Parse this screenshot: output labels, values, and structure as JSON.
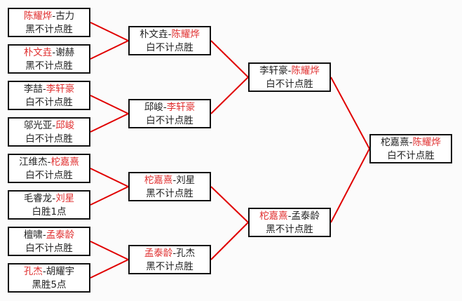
{
  "colors": {
    "winner": "#e03030",
    "line": "#e00000"
  },
  "matches": [
    {
      "p1": "陈耀烨",
      "p2": "古力",
      "winner": 1,
      "result": "黑不计点胜"
    },
    {
      "p1": "朴文垚",
      "p2": "谢赫",
      "winner": 1,
      "result": "黑不计点胜"
    },
    {
      "p1": "李喆",
      "p2": "李轩豪",
      "winner": 2,
      "result": "白不计点胜"
    },
    {
      "p1": "邬光亚",
      "p2": "邱峻",
      "winner": 2,
      "result": "白不计点胜"
    },
    {
      "p1": "江维杰",
      "p2": "柁嘉熹",
      "winner": 2,
      "result": "白不计点胜"
    },
    {
      "p1": "毛睿龙",
      "p2": "刘星",
      "winner": 2,
      "result": "白胜1点"
    },
    {
      "p1": "檀啸",
      "p2": "孟泰龄",
      "winner": 2,
      "result": "白不计点胜"
    },
    {
      "p1": "孔杰",
      "p2": "胡耀宇",
      "winner": 1,
      "result": "黑胜5点"
    },
    {
      "p1": "朴文垚",
      "p2": "陈耀烨",
      "winner": 2,
      "result": "白不计点胜"
    },
    {
      "p1": "邱峻",
      "p2": "李轩豪",
      "winner": 2,
      "result": "白不计点胜"
    },
    {
      "p1": "柁嘉熹",
      "p2": "刘星",
      "winner": 1,
      "result": "黑不计点胜"
    },
    {
      "p1": "孟泰龄",
      "p2": "孔杰",
      "winner": 1,
      "result": "黑不计点胜"
    },
    {
      "p1": "李轩豪",
      "p2": "陈耀烨",
      "winner": 2,
      "result": "白不计点胜"
    },
    {
      "p1": "柁嘉熹",
      "p2": "孟泰龄",
      "winner": 1,
      "result": "黑不计点胜"
    },
    {
      "p1": "柁嘉熹",
      "p2": "陈耀烨",
      "winner": 2,
      "result": "白不计点胜"
    }
  ]
}
